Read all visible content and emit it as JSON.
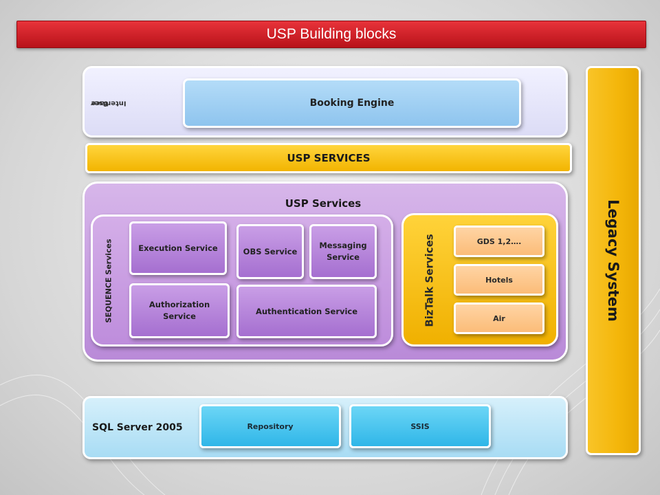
{
  "title": "USP Building blocks",
  "user_interface": {
    "label_line1": "User",
    "label_line2": "Interface",
    "booking_engine": "Booking Engine"
  },
  "usp_services_bar": "USP SERVICES",
  "usp_services_panel": {
    "title": "USP Services",
    "sequence_label": "SEQUENCE  Services",
    "execution_service": "Execution Service",
    "obs_service": "OBS Service",
    "messaging_service": "Messaging Service",
    "authorization_service": "Authorization Service",
    "authentication_service": "Authentication Service"
  },
  "biztalk": {
    "label": "BizTalk Services",
    "items": [
      "GDS 1,2….",
      "Hotels",
      "Air"
    ]
  },
  "sql": {
    "label": "SQL Server 2005",
    "repository": "Repository",
    "ssis": "SSIS"
  },
  "legacy": "Legacy System",
  "colors": {
    "title_red": "#d11f27",
    "yellow": "#f5b800",
    "purple": "#b98ad8",
    "light_blue": "#a8dcf4",
    "cyan": "#2fb6e8"
  }
}
